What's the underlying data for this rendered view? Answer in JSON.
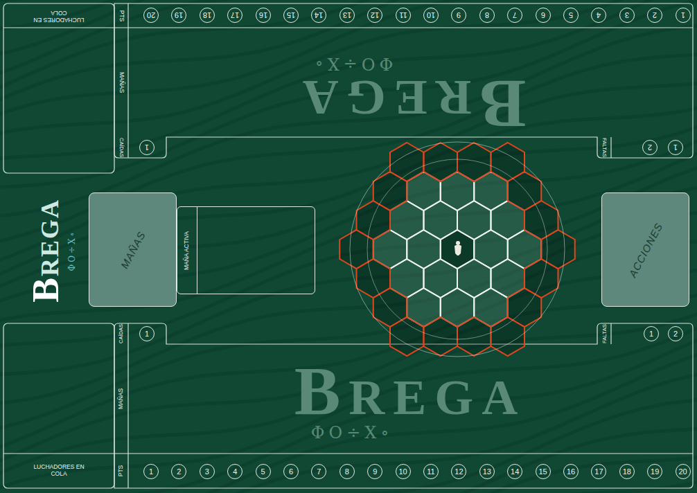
{
  "diagram": {
    "nodes": [
      {
        "text": [
          "LUCHADORES EN COLA"
        ]
      },
      {
        "text": [
          "PTS"
        ]
      },
      {
        "text": [
          "20"
        ]
      },
      {
        "text": [
          "19"
        ]
      },
      {
        "text": [
          "18"
        ]
      },
      {
        "text": [
          "17"
        ]
      },
      {
        "text": [
          "16"
        ]
      },
      {
        "text": [
          "15"
        ]
      },
      {
        "text": [
          "14"
        ]
      },
      {
        "text": [
          "13"
        ]
      },
      {
        "text": [
          "12"
        ]
      },
      {
        "text": [
          "11"
        ]
      },
      {
        "text": [
          "10"
        ]
      },
      {
        "text": [
          "9"
        ]
      },
      {
        "text": [
          "8"
        ]
      },
      {
        "text": [
          "7"
        ]
      },
      {
        "text": [
          "6"
        ]
      },
      {
        "text": [
          "5"
        ]
      },
      {
        "text": [
          "4"
        ]
      },
      {
        "text": [
          "3"
        ]
      },
      {
        "text": [
          "2"
        ]
      },
      {
        "text": [
          "1"
        ]
      },
      {
        "text": [
          "MAÑAS"
        ]
      },
      {
        "text": [
          "CAÍDAS"
        ]
      },
      {
        "text": [
          "1"
        ],
        "in": 23
      },
      {
        "text": [
          "FALTAS"
        ]
      },
      {
        "text": [
          "2"
        ],
        "in": 25
      },
      {
        "text": [
          "1"
        ],
        "in": 25
      },
      {
        "text": [
          "MAÑAS"
        ]
      },
      {
        "text": [
          "MAÑA ACTIVA"
        ]
      },
      {
        "text": [
          "ACCIONES"
        ]
      },
      {
        "text": [
          "CAÍDAS"
        ]
      },
      {
        "text": [
          "1"
        ],
        "in": 31
      },
      {
        "text": [
          "FALTAS"
        ]
      },
      {
        "text": [
          "1"
        ],
        "in": 33
      },
      {
        "text": [
          "2"
        ],
        "in": 33
      },
      {
        "text": [
          "MAÑAS"
        ]
      },
      {
        "text": [
          "LUCHADORES EN COLA"
        ]
      },
      {
        "text": [
          "PTS"
        ]
      },
      {
        "text": [
          "1"
        ]
      },
      {
        "text": [
          "2"
        ]
      },
      {
        "text": [
          "3"
        ]
      },
      {
        "text": [
          "4"
        ]
      },
      {
        "text": [
          "5"
        ]
      },
      {
        "text": [
          "6"
        ]
      },
      {
        "text": [
          "7"
        ]
      },
      {
        "text": [
          "8"
        ]
      },
      {
        "text": [
          "9"
        ]
      },
      {
        "text": [
          "10"
        ]
      },
      {
        "text": [
          "11"
        ]
      },
      {
        "text": [
          "12"
        ]
      },
      {
        "text": [
          "13"
        ]
      },
      {
        "text": [
          "14"
        ]
      },
      {
        "text": [
          "15"
        ]
      },
      {
        "text": [
          "16"
        ]
      },
      {
        "text": [
          "17"
        ]
      },
      {
        "text": [
          "18"
        ]
      },
      {
        "text": [
          "19"
        ]
      },
      {
        "text": [
          "20"
        ]
      }
    ],
    "labels": [
      "BREGA",
      "ΦO÷X∘",
      "BREGA",
      "ΦO÷X∘",
      "BREGA",
      "ΦO÷X∘"
    ]
  }
}
